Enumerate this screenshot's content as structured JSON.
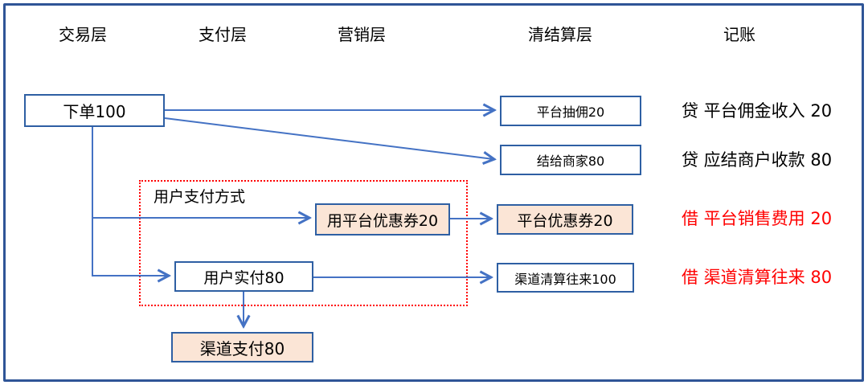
{
  "headers": [
    {
      "label": "交易层"
    },
    {
      "label": "支付层"
    },
    {
      "label": "营销层"
    },
    {
      "label": "清结算层"
    },
    {
      "label": "记账"
    }
  ],
  "nodes": {
    "order": {
      "label": "下单100"
    },
    "platform_commission": {
      "label": "平台抽佣20"
    },
    "settle_merchant": {
      "label": "结给商家80"
    },
    "use_platform_coupon": {
      "label": "用平台优惠券20"
    },
    "platform_coupon": {
      "label": "平台优惠券20"
    },
    "user_actual_pay": {
      "label": "用户实付80"
    },
    "channel_clearing": {
      "label": "渠道清算往来100"
    },
    "channel_pay": {
      "label": "渠道支付80"
    }
  },
  "group_box": {
    "label": "用户支付方式"
  },
  "ledger_entries": [
    {
      "label": "贷 平台佣金收入 20",
      "type": "credit"
    },
    {
      "label": "贷 应结商户收款 80",
      "type": "credit"
    },
    {
      "label": "借 平台销售费用 20",
      "type": "debit"
    },
    {
      "label": "借 渠道清算往来 80",
      "type": "debit"
    }
  ],
  "colors": {
    "frame": "#2F5597",
    "box_border": "#2E5FA3",
    "line": "#4472C4",
    "peach_fill": "#FBE5D6",
    "debit_red": "#FF0000",
    "credit_black": "#000000"
  }
}
